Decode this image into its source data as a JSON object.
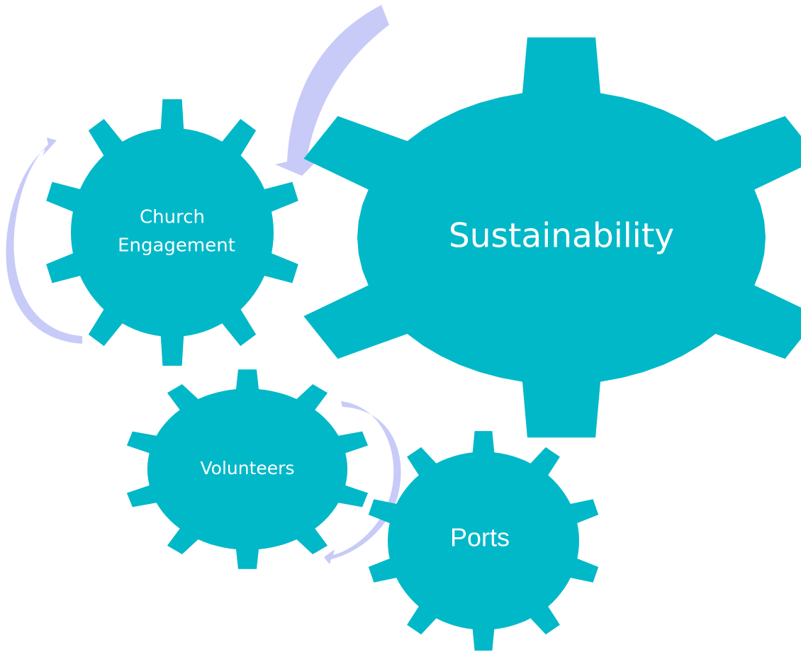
{
  "gears": [
    {
      "id": "sustainability",
      "label": "Sustainability"
    },
    {
      "id": "church",
      "label_lines": [
        "Church",
        "Engagement"
      ]
    },
    {
      "id": "volunteers",
      "label": "Volunteers"
    },
    {
      "id": "ports",
      "label": "Ports"
    }
  ],
  "colors": {
    "gear_fill": "#00B8C8",
    "arrow_fill": "#C8CAF8",
    "label_text": "#FFFFFF"
  }
}
